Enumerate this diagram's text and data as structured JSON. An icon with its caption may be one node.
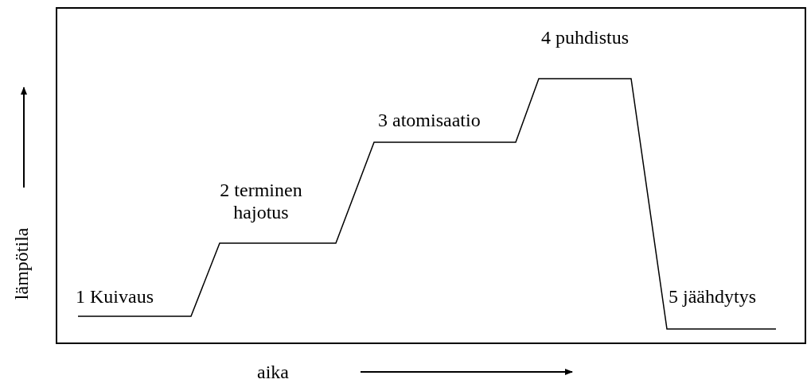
{
  "diagram": {
    "labels": [
      "4 puhdistus",
      "3 atomisaatio",
      "2 terminen hajotus",
      "1 Kuivaus",
      "5 jäähdytys",
      "lämpötila",
      "aika"
    ]
  }
}
